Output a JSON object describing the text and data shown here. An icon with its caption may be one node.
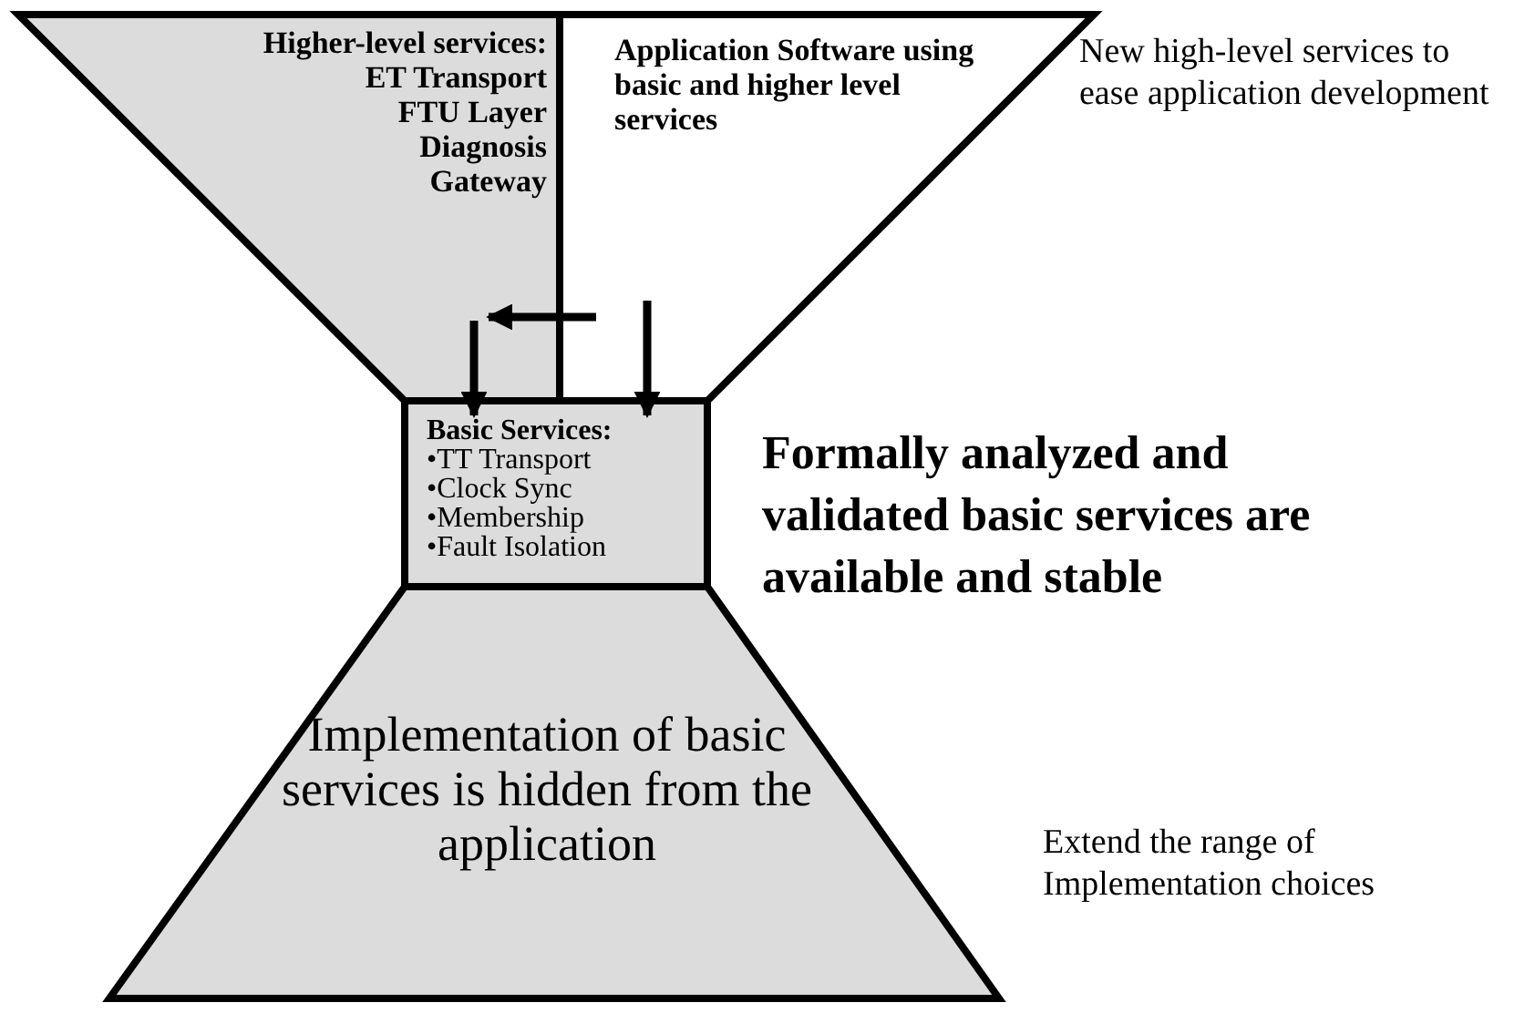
{
  "diagram": {
    "nodes": [
      {
        "text": [
          "Higher-level services:",
          "ET Transport",
          "FTU Layer",
          "Diagnosis",
          "Gateway"
        ]
      },
      {
        "text": [
          "Application Software using basic and higher level services"
        ]
      },
      {
        "text": [
          "Basic Services:",
          "•TT Transport",
          "•Clock Sync",
          "•Membership",
          "•Fault Isolation"
        ]
      },
      {
        "text": [
          "Implementation of basic services is hidden from the application"
        ]
      }
    ],
    "edges": [
      {
        "from": 1,
        "to": 0,
        "arrow": "to"
      },
      {
        "from": 0,
        "to": 2,
        "arrow": "to"
      },
      {
        "from": 1,
        "to": 2,
        "arrow": "to"
      }
    ],
    "labels": [
      "New high-level services to ease application development",
      "Formally analyzed and validated basic services are available and stable",
      "Extend the range of Implementation choices"
    ]
  }
}
